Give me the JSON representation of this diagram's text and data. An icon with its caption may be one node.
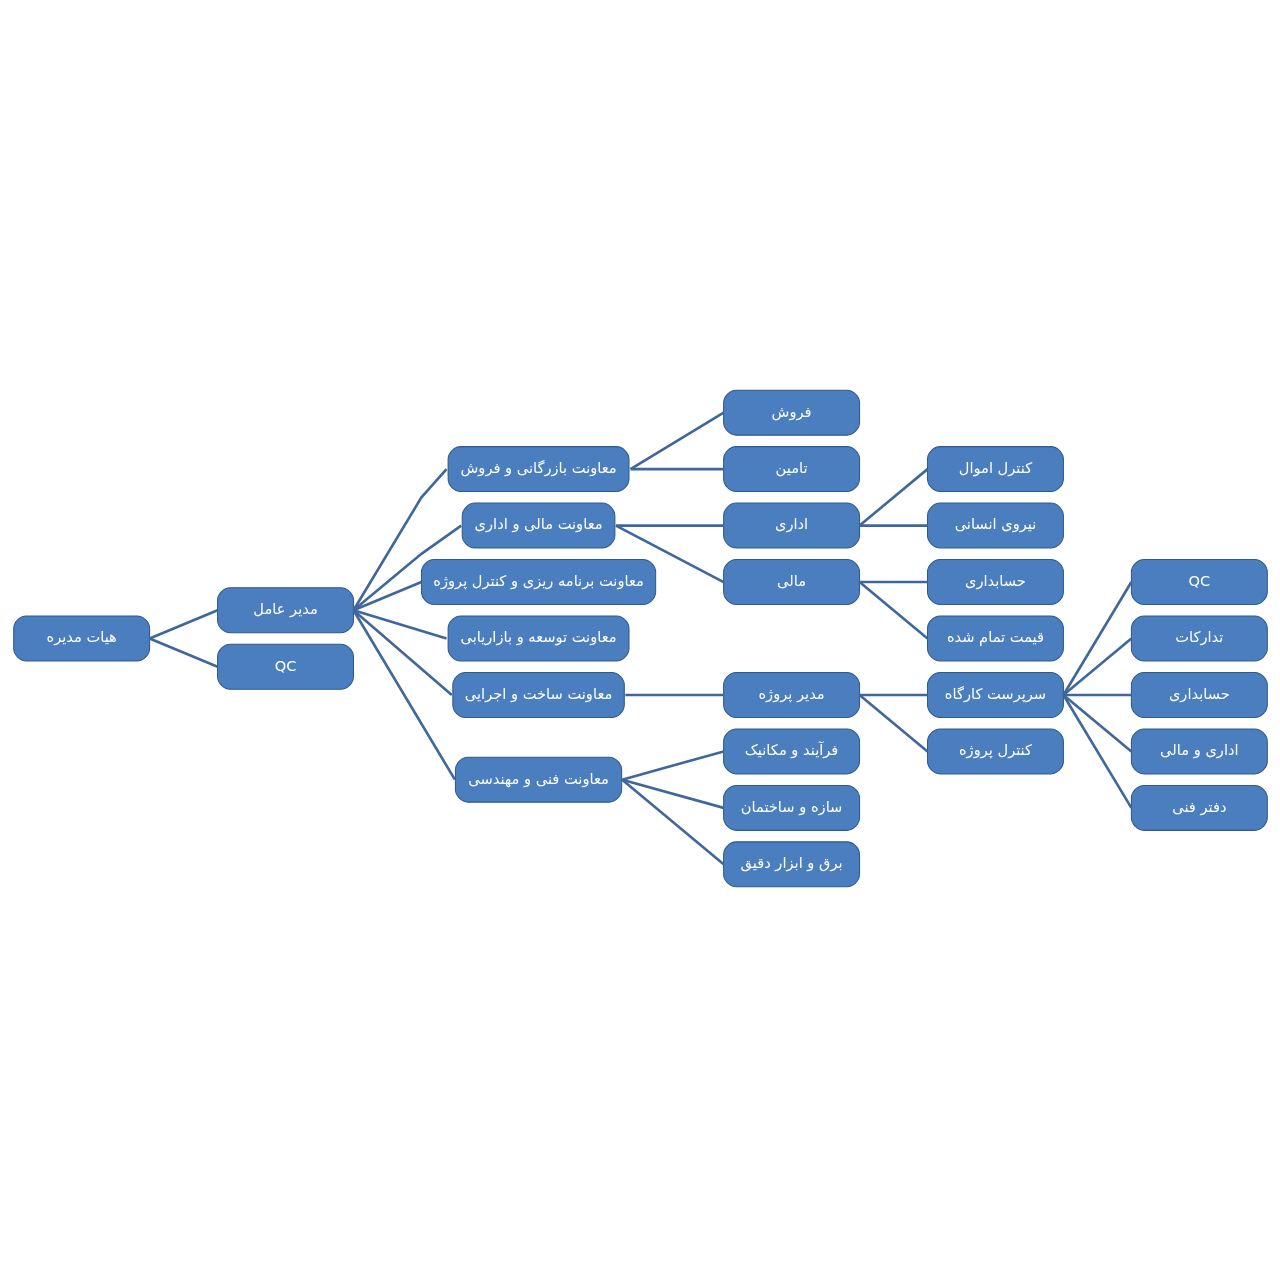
{
  "diagram": {
    "nodes": [
      {
        "text": [
          "هیات مدیره"
        ]
      },
      {
        "text": [
          "مدیر عامل"
        ]
      },
      {
        "text": [
          "QC"
        ]
      },
      {
        "text": [
          "معاونت بازرگانی و فروش"
        ]
      },
      {
        "text": [
          "فروش"
        ]
      },
      {
        "text": [
          "تامین"
        ]
      },
      {
        "text": [
          "معاونت مالی و اداری"
        ]
      },
      {
        "text": [
          "اداری"
        ]
      },
      {
        "text": [
          "کنترل اموال"
        ]
      },
      {
        "text": [
          "نیروی انسانی"
        ]
      },
      {
        "text": [
          "مالی"
        ]
      },
      {
        "text": [
          "حسابداری"
        ]
      },
      {
        "text": [
          "قیمت تمام شده"
        ]
      },
      {
        "text": [
          "معاونت برنامه ریزی و کنترل پروژه"
        ]
      },
      {
        "text": [
          "معاونت توسعه و بازاریابی"
        ]
      },
      {
        "text": [
          "معاونت ساخت و اجرایی"
        ]
      },
      {
        "text": [
          "مدیر پروژه"
        ]
      },
      {
        "text": [
          "سرپرست کارگاه"
        ]
      },
      {
        "text": [
          "QC"
        ]
      },
      {
        "text": [
          "تدارکات"
        ]
      },
      {
        "text": [
          "حسابداری"
        ]
      },
      {
        "text": [
          "اداری و مالی"
        ]
      },
      {
        "text": [
          "دفتر فنی"
        ]
      },
      {
        "text": [
          "کنترل پروژه"
        ]
      },
      {
        "text": [
          "معاونت فنی و مهندسی"
        ]
      },
      {
        "text": [
          "فرآیند و مکانیک"
        ]
      },
      {
        "text": [
          "سازه و ساختمان"
        ]
      },
      {
        "text": [
          "برق و ابزار دقیق"
        ]
      }
    ],
    "edges": [
      {
        "from": 0,
        "to": 1,
        "arrow": "none"
      },
      {
        "from": 0,
        "to": 2,
        "arrow": "none"
      },
      {
        "from": 1,
        "to": 3,
        "arrow": "none"
      },
      {
        "from": 3,
        "to": 4,
        "arrow": "none"
      },
      {
        "from": 3,
        "to": 5,
        "arrow": "none"
      },
      {
        "from": 1,
        "to": 6,
        "arrow": "none"
      },
      {
        "from": 6,
        "to": 7,
        "arrow": "none"
      },
      {
        "from": 7,
        "to": 8,
        "arrow": "none"
      },
      {
        "from": 7,
        "to": 9,
        "arrow": "none"
      },
      {
        "from": 6,
        "to": 10,
        "arrow": "none"
      },
      {
        "from": 10,
        "to": 11,
        "arrow": "none"
      },
      {
        "from": 10,
        "to": 12,
        "arrow": "none"
      },
      {
        "from": 1,
        "to": 13,
        "arrow": "none"
      },
      {
        "from": 1,
        "to": 14,
        "arrow": "none"
      },
      {
        "from": 1,
        "to": 15,
        "arrow": "none"
      },
      {
        "from": 15,
        "to": 16,
        "arrow": "none"
      },
      {
        "from": 16,
        "to": 17,
        "arrow": "none"
      },
      {
        "from": 17,
        "to": 18,
        "arrow": "none"
      },
      {
        "from": 17,
        "to": 19,
        "arrow": "none"
      },
      {
        "from": 17,
        "to": 20,
        "arrow": "none"
      },
      {
        "from": 17,
        "to": 21,
        "arrow": "none"
      },
      {
        "from": 17,
        "to": 22,
        "arrow": "none"
      },
      {
        "from": 16,
        "to": 23,
        "arrow": "none"
      },
      {
        "from": 1,
        "to": 24,
        "arrow": "none"
      },
      {
        "from": 24,
        "to": 25,
        "arrow": "none"
      },
      {
        "from": 24,
        "to": 26,
        "arrow": "none"
      },
      {
        "from": 24,
        "to": 27,
        "arrow": "none"
      }
    ]
  }
}
